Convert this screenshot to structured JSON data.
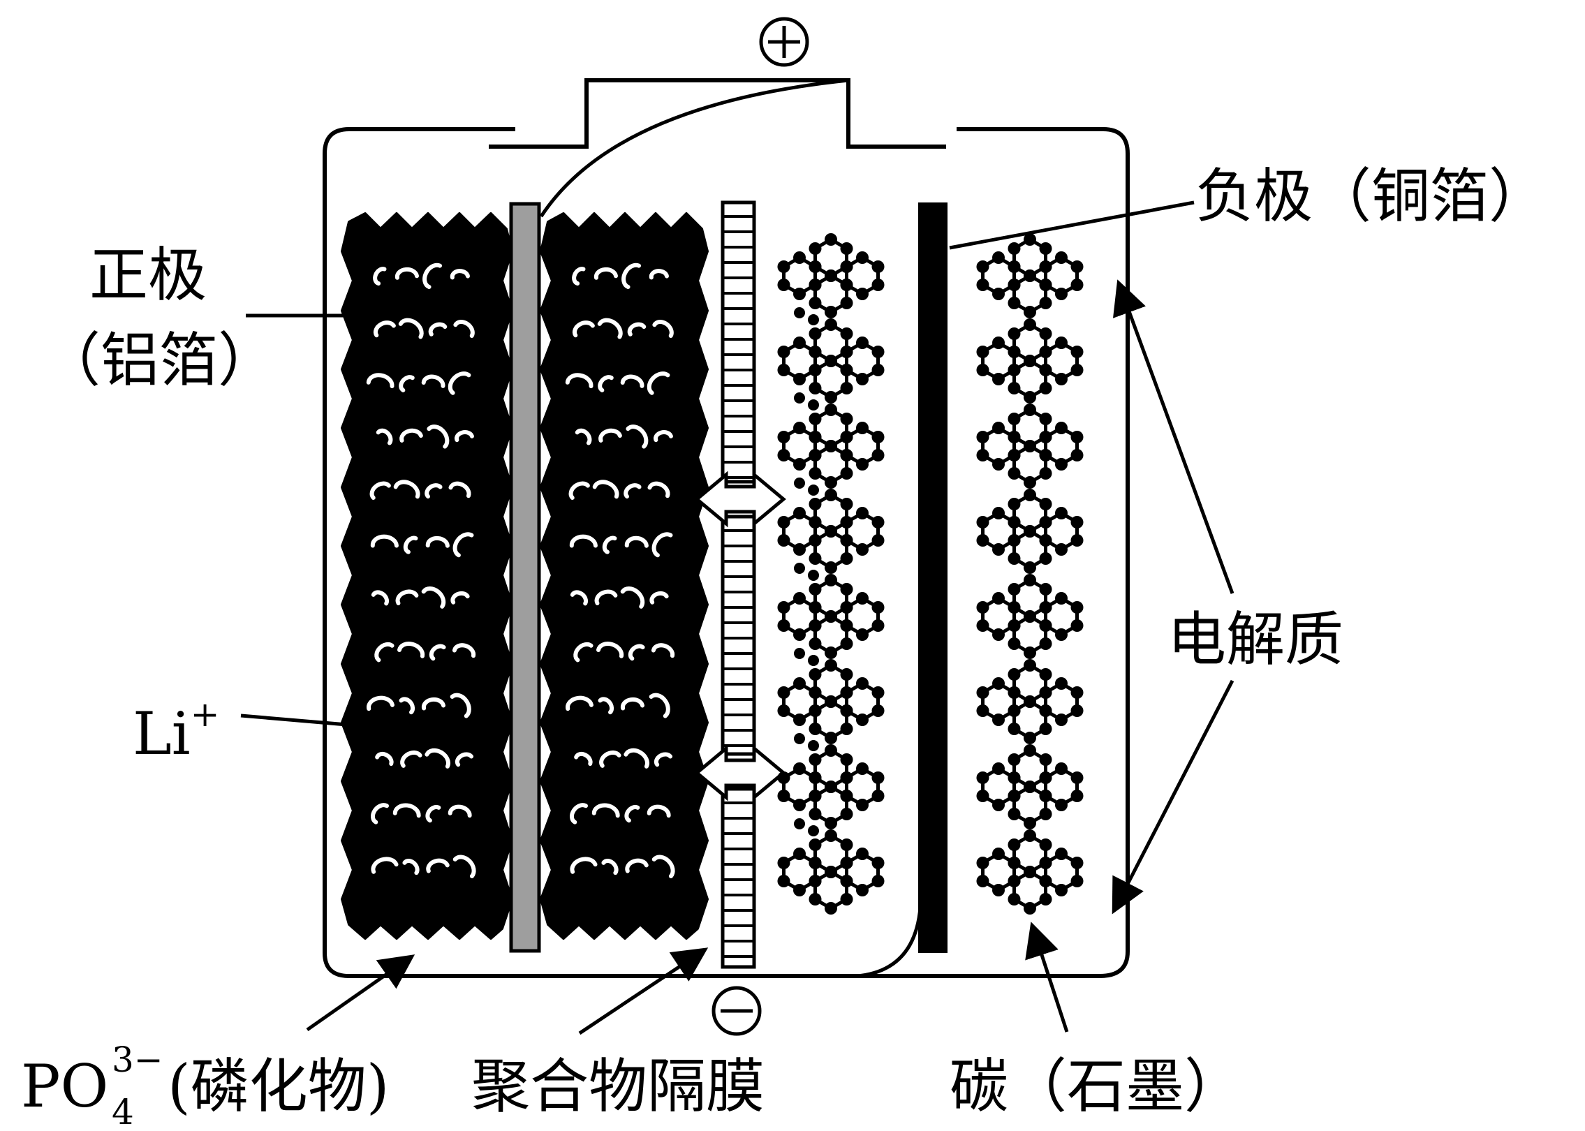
{
  "labels": {
    "positive_sign": "⊕",
    "negative_sign": "⊖",
    "cathode_line1": "正极",
    "cathode_line2": "（铝箔）",
    "anode": "负极（铜箔）",
    "electrolyte": "电解质",
    "lithium_ion_base": "Li",
    "lithium_ion_sup": "+",
    "phosphate_base": "PO",
    "phosphate_sub": "4",
    "phosphate_sup": "3−",
    "phosphate_name": "(磷化物)",
    "separator": "聚合物隔膜",
    "graphite": "碳（石墨）"
  },
  "colors": {
    "ink": "#000000",
    "aluminum_foil": "#9e9e9e",
    "copper_foil": "#000000",
    "background": "#ffffff"
  },
  "icons": {
    "positive_terminal": "circled-plus",
    "negative_terminal": "circled-minus",
    "ion_transfer": "double-headed-arrow"
  }
}
